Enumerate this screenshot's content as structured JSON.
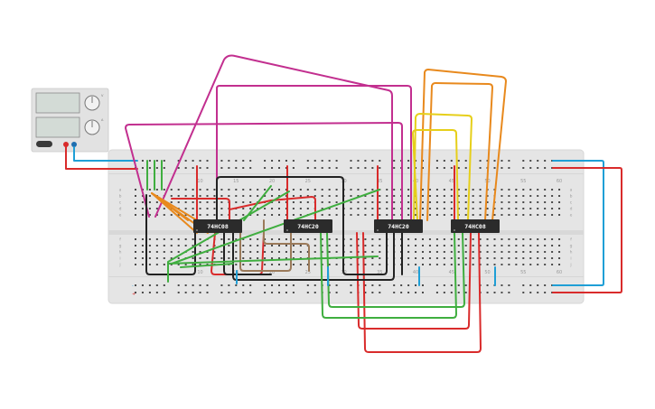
{
  "breadboard": {
    "columns": 60,
    "column_labels": [
      "10",
      "15",
      "20",
      "25",
      "30",
      "35",
      "40",
      "45",
      "50",
      "55",
      "60"
    ],
    "row_labels_top": [
      "a",
      "b",
      "c",
      "d",
      "e"
    ],
    "row_labels_bottom": [
      "f",
      "g",
      "h",
      "i",
      "j"
    ],
    "rail_signs": [
      "-",
      "+"
    ]
  },
  "chips": [
    {
      "name": "chip-1",
      "label": "74HC08"
    },
    {
      "name": "chip-2",
      "label": "74HC20"
    },
    {
      "name": "chip-3",
      "label": "74HC20"
    },
    {
      "name": "chip-4",
      "label": "74HC08"
    }
  ],
  "power_supply": {
    "knob_labels": [
      "V",
      "A"
    ]
  },
  "colors": {
    "red": "#d92b2b",
    "black": "#222222",
    "blue": "#1f9fd6",
    "green": "#3fae3f",
    "orange": "#e8891d",
    "yellow": "#e6cf1a",
    "magenta": "#c22f8f",
    "brown": "#9b7a5a",
    "board": "#e5e5e5",
    "chip": "#2b2b2b"
  }
}
